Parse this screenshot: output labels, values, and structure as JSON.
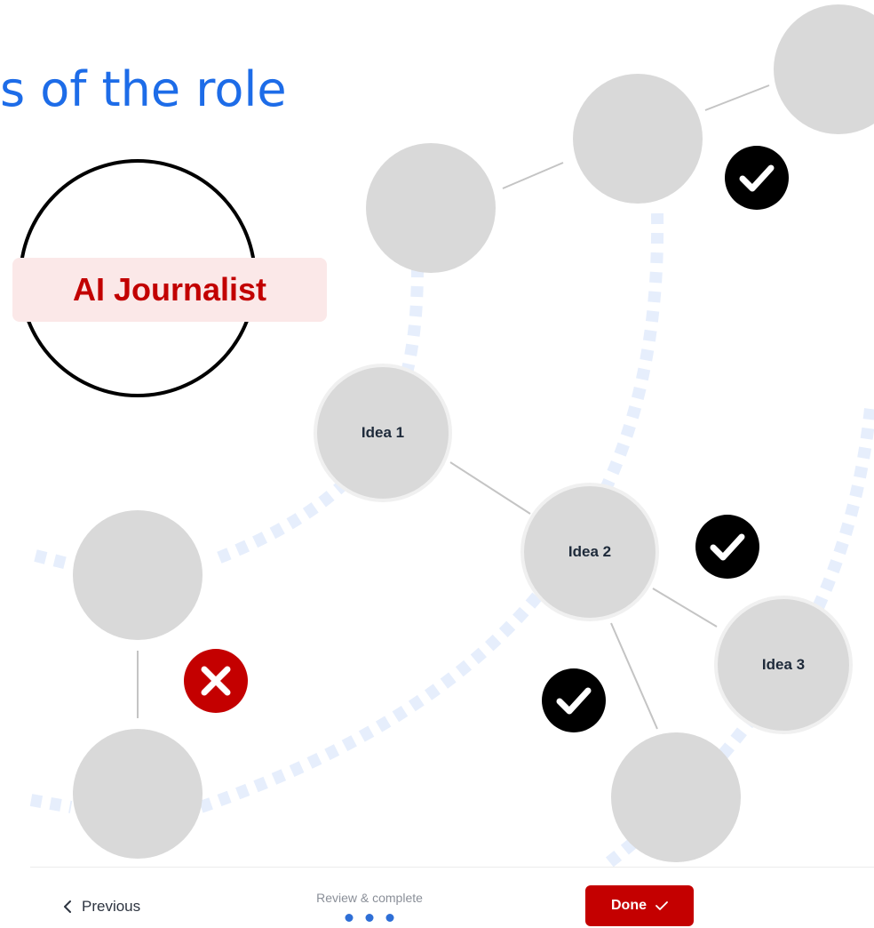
{
  "heading": {
    "text": "s of the role"
  },
  "role": {
    "label": "AI Journalist"
  },
  "ideas": [
    {
      "label": "Idea 1"
    },
    {
      "label": "Idea 2"
    },
    {
      "label": "Idea 3"
    }
  ],
  "status_icons": [
    {
      "icon": "check-icon",
      "status": "approved"
    },
    {
      "icon": "check-icon",
      "status": "approved"
    },
    {
      "icon": "check-icon",
      "status": "approved"
    },
    {
      "icon": "close-icon",
      "status": "rejected"
    }
  ],
  "footer": {
    "previous_label": "Previous",
    "previous_icon": "chevron-left-icon",
    "step_label": "Review & complete",
    "step_dots": 3,
    "done_label": "Done",
    "done_icon": "check-icon"
  },
  "colors": {
    "accent_blue": "#1d6ce8",
    "brand_red": "#c40000",
    "role_highlight": "#fbe8e8",
    "node_gray": "#d9d9d9",
    "dash_blue": "#e6eefc",
    "approved_badge": "#000000",
    "rejected_badge": "#c40000"
  }
}
